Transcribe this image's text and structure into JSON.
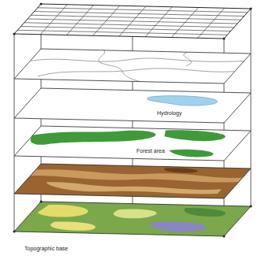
{
  "diagram": {
    "labels": [
      "Hydrology",
      "Forest area",
      "Topographic base"
    ]
  }
}
